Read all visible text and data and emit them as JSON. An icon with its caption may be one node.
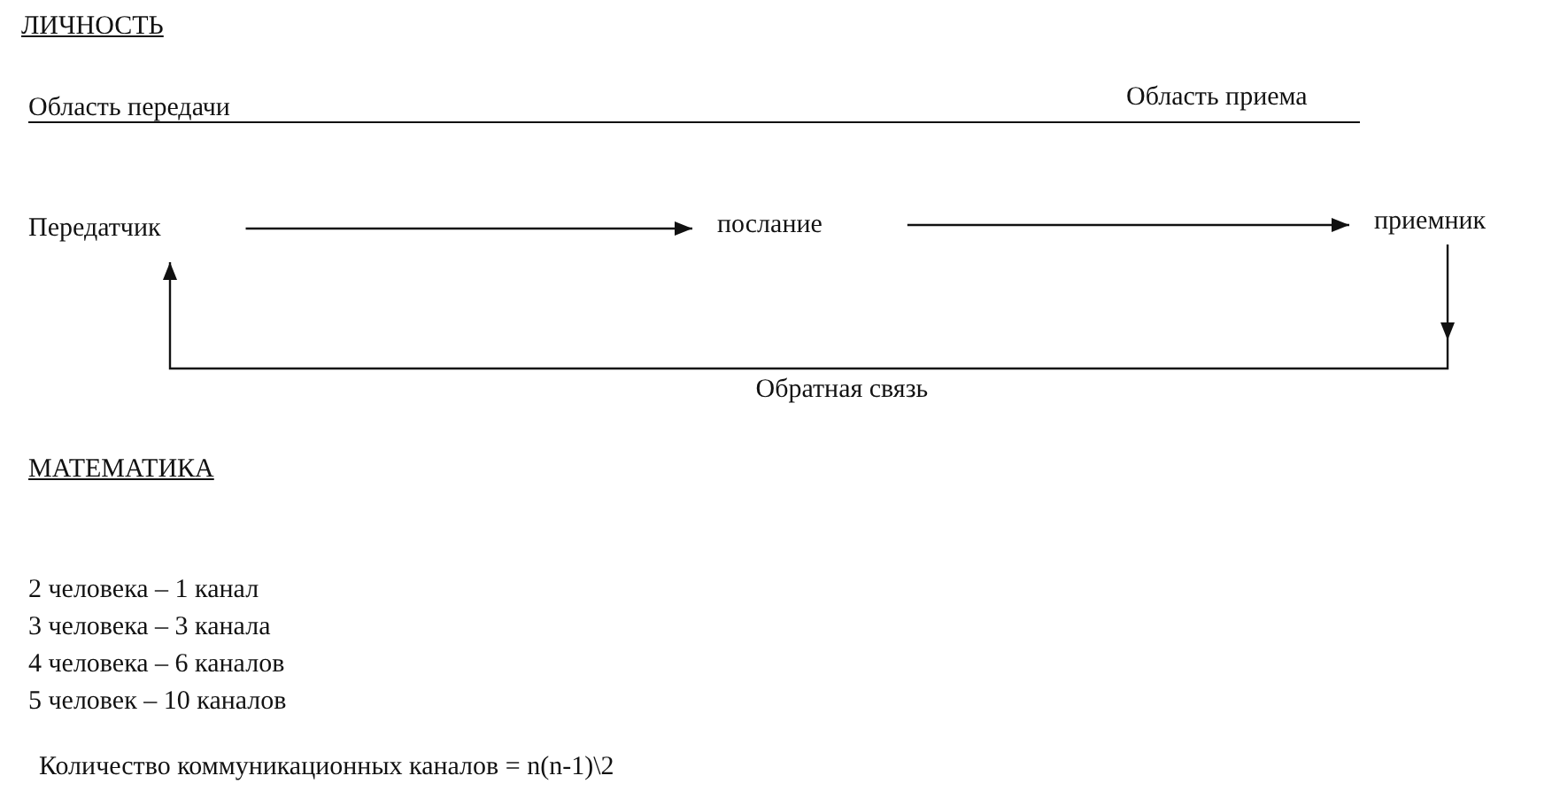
{
  "diagram": {
    "nodes": [
      {
        "text": [
          "Передатчик"
        ]
      },
      {
        "text": [
          "послание"
        ]
      },
      {
        "text": [
          "приемник"
        ]
      }
    ],
    "edges": [
      {
        "from": 0,
        "to": 1,
        "arrow": "to"
      },
      {
        "from": 1,
        "to": 2,
        "arrow": "to"
      },
      {
        "from": 2,
        "to": 0,
        "arrow": "to",
        "label": "Обратная связь"
      }
    ],
    "labels": [
      "ЛИЧНОСТЬ",
      "Область передачи",
      "Область приема",
      "МАТЕМАТИКА",
      "2 человека – 1 канал",
      "3 человека – 3 канала",
      "4 человека – 6 каналов",
      "5 человек – 10 каналов",
      "Количество коммуникационных каналов = n(n-1)\\2"
    ]
  }
}
